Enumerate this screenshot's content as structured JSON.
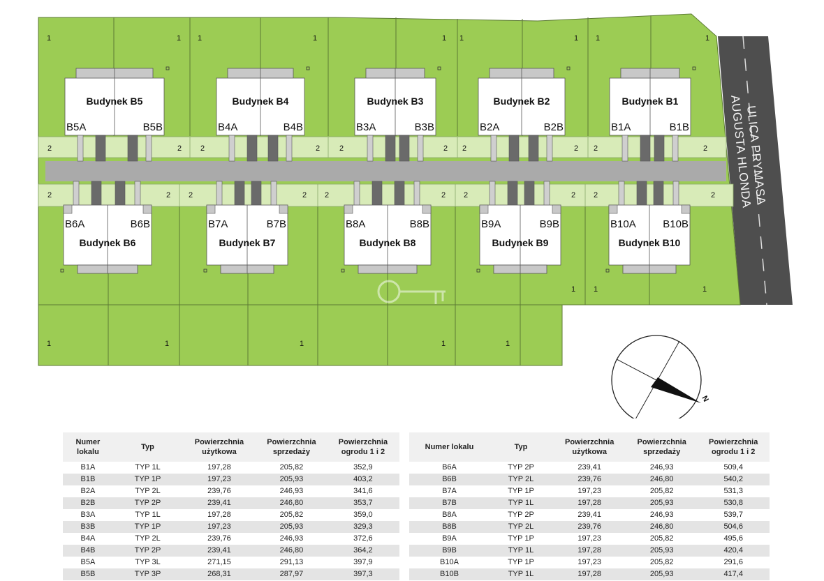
{
  "street": {
    "line1": "ULICA PRYMASA",
    "line2": "AUGUSTA HLONDA"
  },
  "compass": {
    "north_label": "N"
  },
  "colors": {
    "lawn": "#9ccc54",
    "terrace": "#d8ebb8",
    "road": "#aaaaaa",
    "street": "#4e4e4e",
    "building": "#ffffff",
    "annex": "#c8c8c8"
  },
  "buildings_north": [
    {
      "name": "Budynek B5",
      "a": "B5A",
      "b": "B5B"
    },
    {
      "name": "Budynek B4",
      "a": "B4A",
      "b": "B4B"
    },
    {
      "name": "Budynek B3",
      "a": "B3A",
      "b": "B3B"
    },
    {
      "name": "Budynek B2",
      "a": "B2A",
      "b": "B2B"
    },
    {
      "name": "Budynek B1",
      "a": "B1A",
      "b": "B1B"
    }
  ],
  "buildings_south": [
    {
      "name": "Budynek B6",
      "a": "B6A",
      "b": "B6B"
    },
    {
      "name": "Budynek B7",
      "a": "B7A",
      "b": "B7B"
    },
    {
      "name": "Budynek B8",
      "a": "B8A",
      "b": "B8B"
    },
    {
      "name": "Budynek B9",
      "a": "B9A",
      "b": "B9B"
    },
    {
      "name": "Budynek B10",
      "a": "B10A",
      "b": "B10B"
    }
  ],
  "plot_labels": {
    "garden": "1",
    "terrace": "2"
  },
  "table": {
    "headers": [
      "Numer lokalu",
      "Typ",
      "Powierzchnia użytkowa",
      "Powierzchnia sprzedaży",
      "Powierzchnia ogrodu 1 i 2"
    ],
    "left": [
      [
        "B1A",
        "TYP 1L",
        "197,28",
        "205,82",
        "352,9"
      ],
      [
        "B1B",
        "TYP 1P",
        "197,23",
        "205,93",
        "403,2"
      ],
      [
        "B2A",
        "TYP 2L",
        "239,76",
        "246,93",
        "341,6"
      ],
      [
        "B2B",
        "TYP 2P",
        "239,41",
        "246,80",
        "353,7"
      ],
      [
        "B3A",
        "TYP 1L",
        "197,28",
        "205,82",
        "359,0"
      ],
      [
        "B3B",
        "TYP 1P",
        "197,23",
        "205,93",
        "329,3"
      ],
      [
        "B4A",
        "TYP 2L",
        "239,76",
        "246,93",
        "372,6"
      ],
      [
        "B4B",
        "TYP 2P",
        "239,41",
        "246,80",
        "364,2"
      ],
      [
        "B5A",
        "TYP 3L",
        "271,15",
        "291,13",
        "397,9"
      ],
      [
        "B5B",
        "TYP 3P",
        "268,31",
        "287,97",
        "397,3"
      ]
    ],
    "right": [
      [
        "B6A",
        "TYP 2P",
        "239,41",
        "246,93",
        "509,4"
      ],
      [
        "B6B",
        "TYP 2L",
        "239,76",
        "246,80",
        "540,2"
      ],
      [
        "B7A",
        "TYP 1P",
        "197,23",
        "205,82",
        "531,3"
      ],
      [
        "B7B",
        "TYP 1L",
        "197,28",
        "205,93",
        "530,8"
      ],
      [
        "B8A",
        "TYP 2P",
        "239,41",
        "246,93",
        "539,7"
      ],
      [
        "B8B",
        "TYP 2L",
        "239,76",
        "246,80",
        "504,6"
      ],
      [
        "B9A",
        "TYP 1P",
        "197,23",
        "205,82",
        "495,6"
      ],
      [
        "B9B",
        "TYP 1L",
        "197,28",
        "205,93",
        "420,4"
      ],
      [
        "B10A",
        "TYP 1P",
        "197,23",
        "205,82",
        "291,6"
      ],
      [
        "B10B",
        "TYP 1L",
        "197,28",
        "205,93",
        "417,4"
      ]
    ]
  }
}
